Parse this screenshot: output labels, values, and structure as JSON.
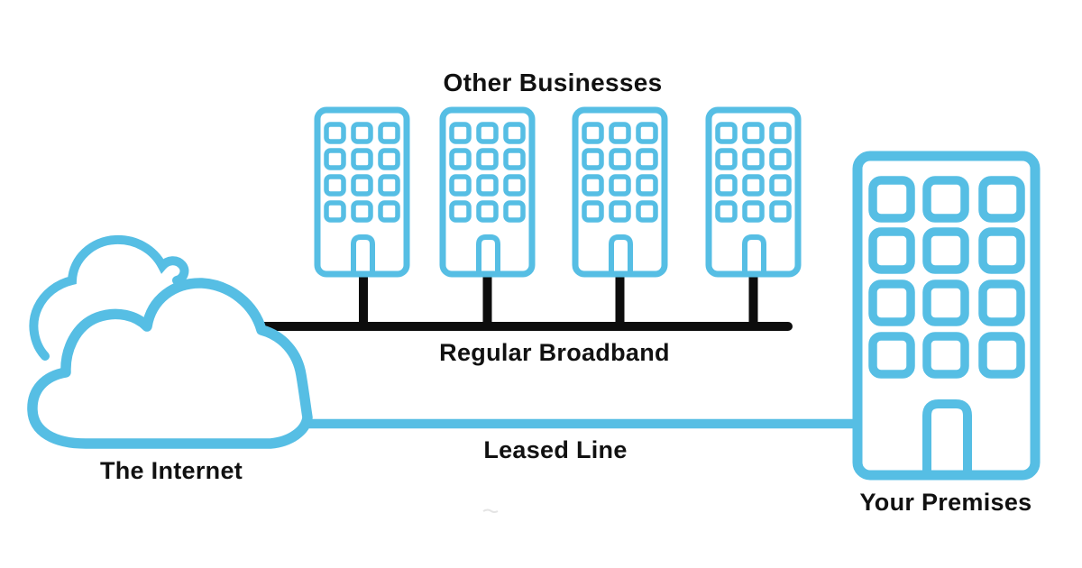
{
  "colors": {
    "accent": "#56BEE4",
    "wire": "#0D0D0D",
    "text": "#111111",
    "background": "#FFFFFF",
    "artifact": "#D9D9D9"
  },
  "labels": {
    "other_businesses": "Other Businesses",
    "regular_broadband": "Regular Broadband",
    "leased_line": "Leased Line",
    "the_internet": "The Internet",
    "your_premises": "Your Premises"
  },
  "diagram": {
    "type": "network-comparison",
    "nodes": [
      {
        "id": "internet",
        "label": "The Internet",
        "icon": "cloud-icon"
      },
      {
        "id": "other-businesses",
        "label": "Other Businesses",
        "icon": "office-building-icon",
        "building_count": 4
      },
      {
        "id": "your-premises",
        "label": "Your Premises",
        "icon": "office-building-icon",
        "building_count": 1
      }
    ],
    "connections": [
      {
        "from": "internet",
        "to": "other-businesses",
        "label": "Regular Broadband",
        "style": "shared-bus-black"
      },
      {
        "from": "internet",
        "to": "your-premises",
        "label": "Leased Line",
        "style": "dedicated-blue"
      }
    ]
  }
}
